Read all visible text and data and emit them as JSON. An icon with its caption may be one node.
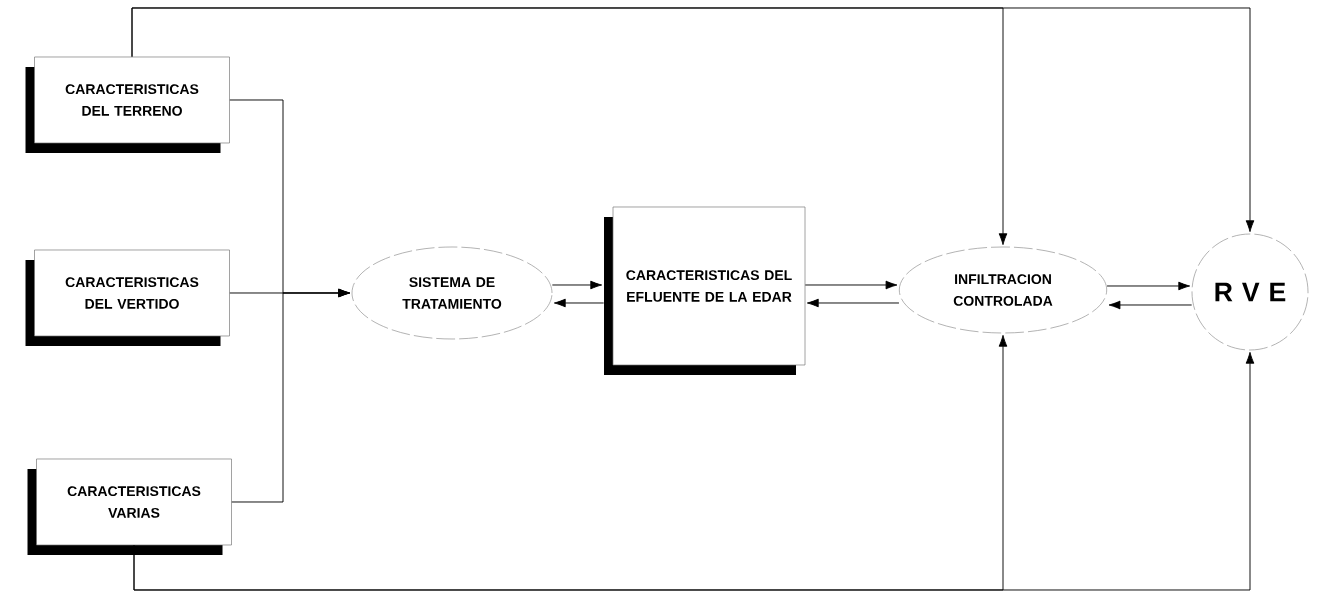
{
  "diagram": {
    "nodes": [
      {
        "text": [
          "CARACTERISTICAS DEL TERRENO"
        ]
      },
      {
        "text": [
          "CARACTERISTICAS DEL VERTIDO"
        ]
      },
      {
        "text": [
          "CARACTERISTICAS VARIAS"
        ]
      },
      {
        "text": [
          "SISTEMA DE TRATAMIENTO"
        ]
      },
      {
        "text": [
          "CARACTERISTICAS DEL EFLUENTE DE LA EDAR"
        ]
      },
      {
        "text": [
          "INFILTRACION CONTROLADA"
        ]
      },
      {
        "text": [
          "R V E"
        ]
      }
    ],
    "edges": [
      {
        "from": 0,
        "to": 3,
        "arrow": "to"
      },
      {
        "from": 1,
        "to": 3,
        "arrow": "to"
      },
      {
        "from": 2,
        "to": 3,
        "arrow": "to"
      },
      {
        "from": 3,
        "to": 4,
        "arrow": "to"
      },
      {
        "from": 4,
        "to": 3,
        "arrow": "to"
      },
      {
        "from": 4,
        "to": 5,
        "arrow": "to"
      },
      {
        "from": 5,
        "to": 4,
        "arrow": "to"
      },
      {
        "from": 5,
        "to": 6,
        "arrow": "to"
      },
      {
        "from": 6,
        "to": 5,
        "arrow": "to"
      },
      {
        "from": 0,
        "to": 5,
        "arrow": "to"
      },
      {
        "from": 0,
        "to": 6,
        "arrow": "to"
      },
      {
        "from": 2,
        "to": 5,
        "arrow": "to"
      },
      {
        "from": 2,
        "to": 6,
        "arrow": "to"
      }
    ]
  }
}
